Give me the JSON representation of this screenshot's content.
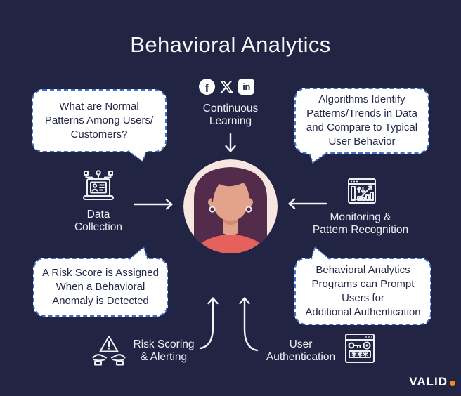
{
  "title": "Behavioral Analytics",
  "social": {
    "facebook_glyph": "f",
    "linkedin_glyph": "in"
  },
  "bubbles": {
    "top_left": "What are Normal\nPatterns Among Users/\nCustomers?",
    "top_right": "Algorithms Identify\nPatterns/Trends in Data\nand Compare to Typical\nUser Behavior",
    "bottom_left": "A Risk Score is Assigned\nWhen a Behavioral\nAnomaly is Detected",
    "bottom_right": "Behavioral Analytics\nPrograms can Prompt\nUsers for\nAdditional Authentication"
  },
  "nodes": {
    "continuous_learning": {
      "label": "Continuous\nLearning"
    },
    "data_collection": {
      "label": "Data\nCollection"
    },
    "monitoring": {
      "label": "Monitoring &\nPattern Recognition"
    },
    "risk_scoring": {
      "label": "Risk Scoring\n& Alerting"
    },
    "user_authentication": {
      "label": "User\nAuthentication"
    }
  },
  "brand": {
    "name": "VALID"
  },
  "colors": {
    "background": "#212443",
    "bubble_border": "#3e6fca",
    "bubble_background": "#ffffff",
    "bubble_text": "#232849",
    "text": "#eef0f6",
    "brand_dot": "#f08a1d",
    "avatar_background": "#f7e5e0",
    "avatar_hair": "#532b4b",
    "avatar_skin": "#e2a28b",
    "avatar_shirt": "#e4625b"
  }
}
